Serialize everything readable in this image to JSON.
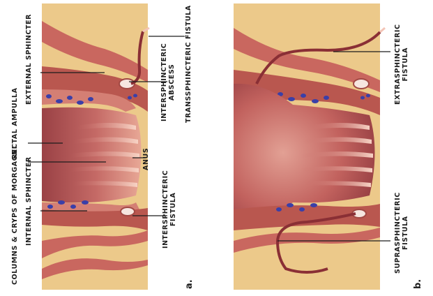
{
  "panel_a": {
    "letter": "a.",
    "labels": {
      "external_sphincter": "EXTERNAL SPHINCTER",
      "transsphincteric_fistula": "TRANSSPHINCTERIC FISTULA",
      "intersphincteric_abscess_1": "INTERSPHINCTERIC",
      "intersphincteric_abscess_2": "ABSCESS",
      "rectal_ampulla": "RECTAL AMPULLA",
      "anus": "ANUS",
      "columns_crypts": "COLUMNS & CRYPS OF MORGAGNI",
      "internal_sphincter": "INTERNAL SPHINCTER",
      "intersphincteric_fistula_1": "INTERSPHINCTERIC",
      "intersphincteric_fistula_2": "FISTULA"
    }
  },
  "panel_b": {
    "letter": "b.",
    "labels": {
      "extrasphincteric_1": "EXTRASPHINCTERIC",
      "extrasphincteric_2": "FISTULA",
      "suprasphincteric_1": "SUPRASPHINCTERIC",
      "suprasphincteric_2": "FISTULA"
    }
  },
  "colors": {
    "fat": "#ecc98a",
    "muscle": "#c9675f",
    "muscle_dark": "#a24944",
    "lumen": "#b55753",
    "mucosa_light": "#f3c4b6",
    "vessel": "#3a3fa8",
    "tract": "#8a2f35"
  }
}
